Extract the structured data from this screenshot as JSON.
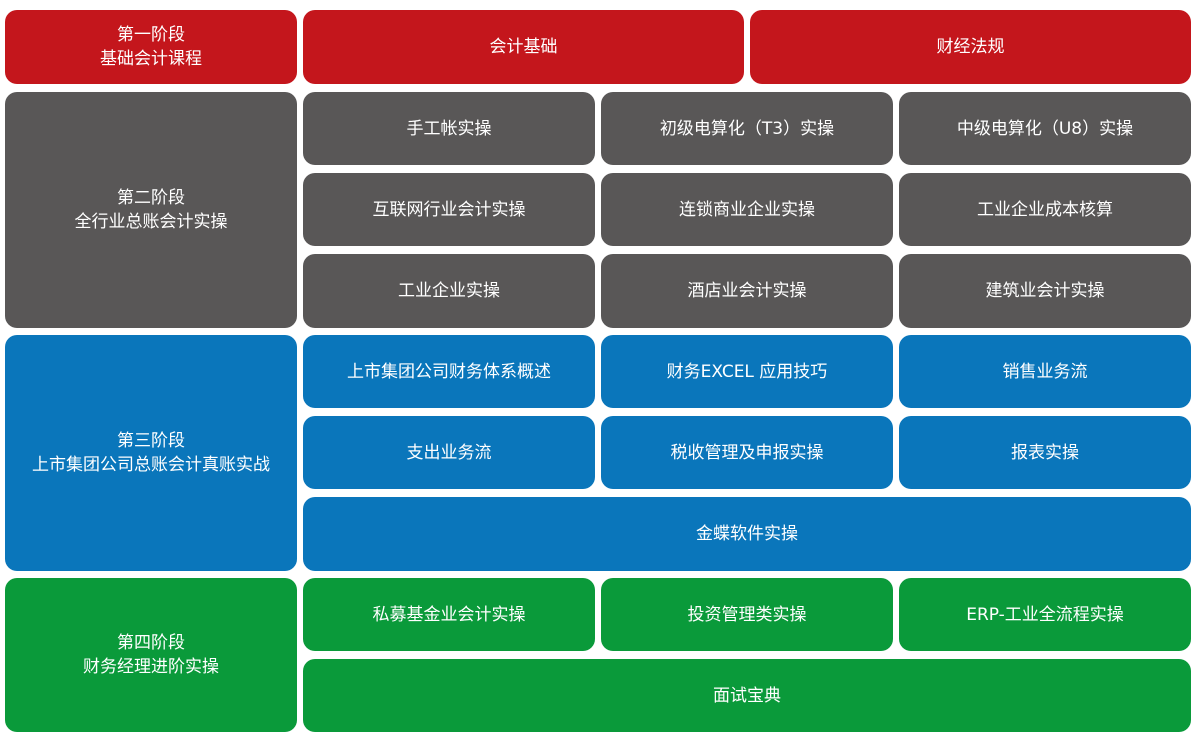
{
  "colors": {
    "stage1": "#c4161c",
    "stage2": "#595757",
    "stage3": "#0a76bb",
    "stage4": "#0a9a3a",
    "text": "#ffffff"
  },
  "stage1": {
    "title": "第一阶段",
    "subtitle": "基础会计课程",
    "courses": [
      "会计基础",
      "财经法规"
    ]
  },
  "stage2": {
    "title": "第二阶段",
    "subtitle": "全行业总账会计实操",
    "courses": [
      "手工帐实操",
      "初级电算化（T3）实操",
      "中级电算化（U8）实操",
      "互联网行业会计实操",
      "连锁商业企业实操",
      "工业企业成本核算",
      "工业企业实操",
      "酒店业会计实操",
      "建筑业会计实操"
    ]
  },
  "stage3": {
    "title": "第三阶段",
    "subtitle": "上市集团公司总账会计真账实战",
    "courses": [
      "上市集团公司财务体系概述",
      "财务EXCEL 应用技巧",
      "销售业务流",
      "支出业务流",
      "税收管理及申报实操",
      "报表实操",
      "金蝶软件实操"
    ]
  },
  "stage4": {
    "title": "第四阶段",
    "subtitle": "财务经理进阶实操",
    "courses": [
      "私募基金业会计实操",
      "投资管理类实操",
      "ERP-工业全流程实操",
      "面试宝典"
    ]
  }
}
